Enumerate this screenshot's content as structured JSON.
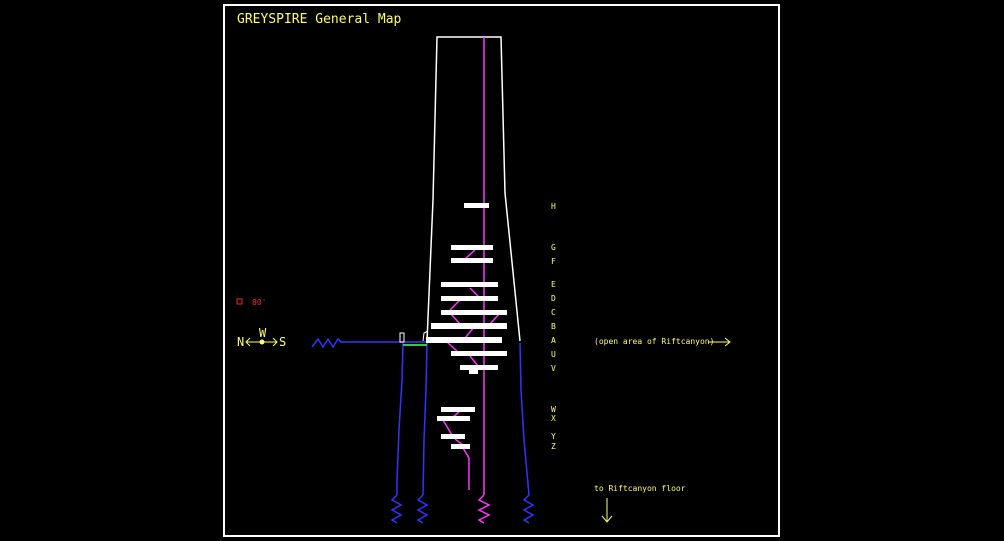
{
  "title": "GREYSPIRE General Map",
  "compass": {
    "north": "N",
    "south": "S",
    "west": "W"
  },
  "scale_label": "80'",
  "level_labels": {
    "H": "H",
    "G": "G",
    "F": "F",
    "E": "E",
    "D": "D",
    "C": "C",
    "B": "B",
    "A": "A",
    "U": "U",
    "V": "V",
    "W": "W",
    "X": "X",
    "Y": "Y",
    "Z": "Z"
  },
  "annotations": {
    "open_area": "(open area of Riftcanyon)",
    "canyon_floor": "to Riftcanyon floor"
  },
  "colors": {
    "background": "#000000",
    "frame": "#ffffff",
    "tower": "#ffffff",
    "levels": "#ffffff",
    "ramps": "#ff33ff",
    "cliffs": "#3333ff",
    "bridge": "#33cc33",
    "labels": "#ffff66",
    "scale": "#ff2222"
  }
}
